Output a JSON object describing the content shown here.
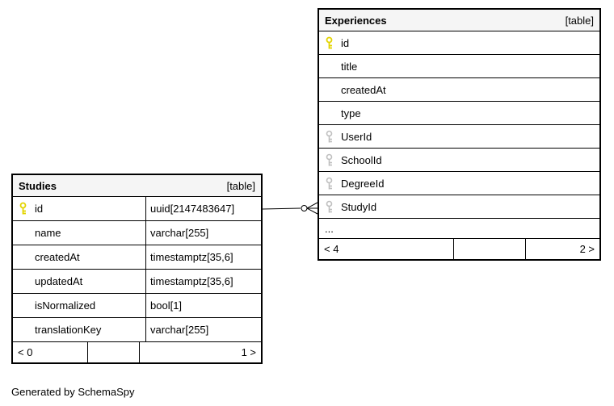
{
  "colors": {
    "primary_key": "#e3d400",
    "foreign_key": "#bfbfbf",
    "border": "#000000",
    "header_bg": "#f5f5f5"
  },
  "tables": [
    {
      "name": "Experiences",
      "tag": "[table]",
      "columns": [
        {
          "name": "id",
          "key": "primary"
        },
        {
          "name": "title",
          "key": "none"
        },
        {
          "name": "createdAt",
          "key": "none"
        },
        {
          "name": "type",
          "key": "none"
        },
        {
          "name": "UserId",
          "key": "foreign"
        },
        {
          "name": "SchoolId",
          "key": "foreign"
        },
        {
          "name": "DegreeId",
          "key": "foreign"
        },
        {
          "name": "StudyId",
          "key": "foreign"
        }
      ],
      "ellipsis": "...",
      "pager": {
        "left": "< 4",
        "right": "2 >"
      }
    },
    {
      "name": "Studies",
      "tag": "[table]",
      "columns": [
        {
          "name": "id",
          "type": "uuid[2147483647]",
          "key": "primary"
        },
        {
          "name": "name",
          "type": "varchar[255]",
          "key": "none"
        },
        {
          "name": "createdAt",
          "type": "timestamptz[35,6]",
          "key": "none"
        },
        {
          "name": "updatedAt",
          "type": "timestamptz[35,6]",
          "key": "none"
        },
        {
          "name": "isNormalized",
          "type": "bool[1]",
          "key": "none"
        },
        {
          "name": "translationKey",
          "type": "varchar[255]",
          "key": "none"
        }
      ],
      "pager": {
        "left": "< 0",
        "right": "1 >"
      }
    }
  ],
  "footer": {
    "note": "Generated by SchemaSpy"
  }
}
